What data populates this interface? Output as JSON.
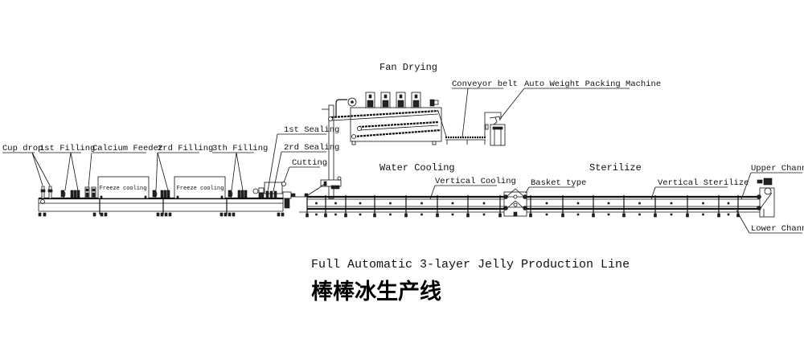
{
  "title": {
    "english": "Full Automatic 3-layer Jelly Production Line",
    "chinese": "棒棒冰生产线"
  },
  "labels": {
    "cup_drop": "Cup drop",
    "first_filling": "1st Filling",
    "calcium_feeder": "Calcium Feeder",
    "second_filling": "2rd Filling",
    "third_filling": "3th Filling",
    "freeze_cooling_1": "Freeze cooling",
    "freeze_cooling_2": "Freeze cooling",
    "first_sealing": "1st Sealing",
    "second_sealing": "2rd Sealing",
    "cutting": "Cutting",
    "fan_drying": "Fan Drying",
    "conveyor_belt": "Conveyor belt",
    "auto_weight_packing": "Auto Weight Packing Machine",
    "water_cooling": "Water Cooling",
    "vertical_cooling": "Vertical Cooling",
    "basket_type": "Basket type",
    "sterilize": "Sterilize",
    "vertical_sterilize": "Vertical Sterilize",
    "upper_channel": "Upper Channel",
    "lower_channel": "Lower Channel"
  },
  "stations": [
    {
      "id": "cup-drop",
      "label_key": "cup_drop"
    },
    {
      "id": "first-filling",
      "label_key": "first_filling"
    },
    {
      "id": "calcium-feeder",
      "label_key": "calcium_feeder"
    },
    {
      "id": "freeze-cooling-1",
      "label_key": "freeze_cooling_1"
    },
    {
      "id": "second-filling",
      "label_key": "second_filling"
    },
    {
      "id": "freeze-cooling-2",
      "label_key": "freeze_cooling_2"
    },
    {
      "id": "third-filling",
      "label_key": "third_filling"
    },
    {
      "id": "first-sealing",
      "label_key": "first_sealing"
    },
    {
      "id": "second-sealing",
      "label_key": "second_sealing"
    },
    {
      "id": "cutting",
      "label_key": "cutting"
    },
    {
      "id": "water-cooling",
      "label_key": "water_cooling"
    },
    {
      "id": "sterilize",
      "label_key": "sterilize"
    },
    {
      "id": "fan-drying",
      "label_key": "fan_drying"
    },
    {
      "id": "conveyor-belt",
      "label_key": "conveyor_belt"
    },
    {
      "id": "auto-weight-packing",
      "label_key": "auto_weight_packing"
    }
  ]
}
